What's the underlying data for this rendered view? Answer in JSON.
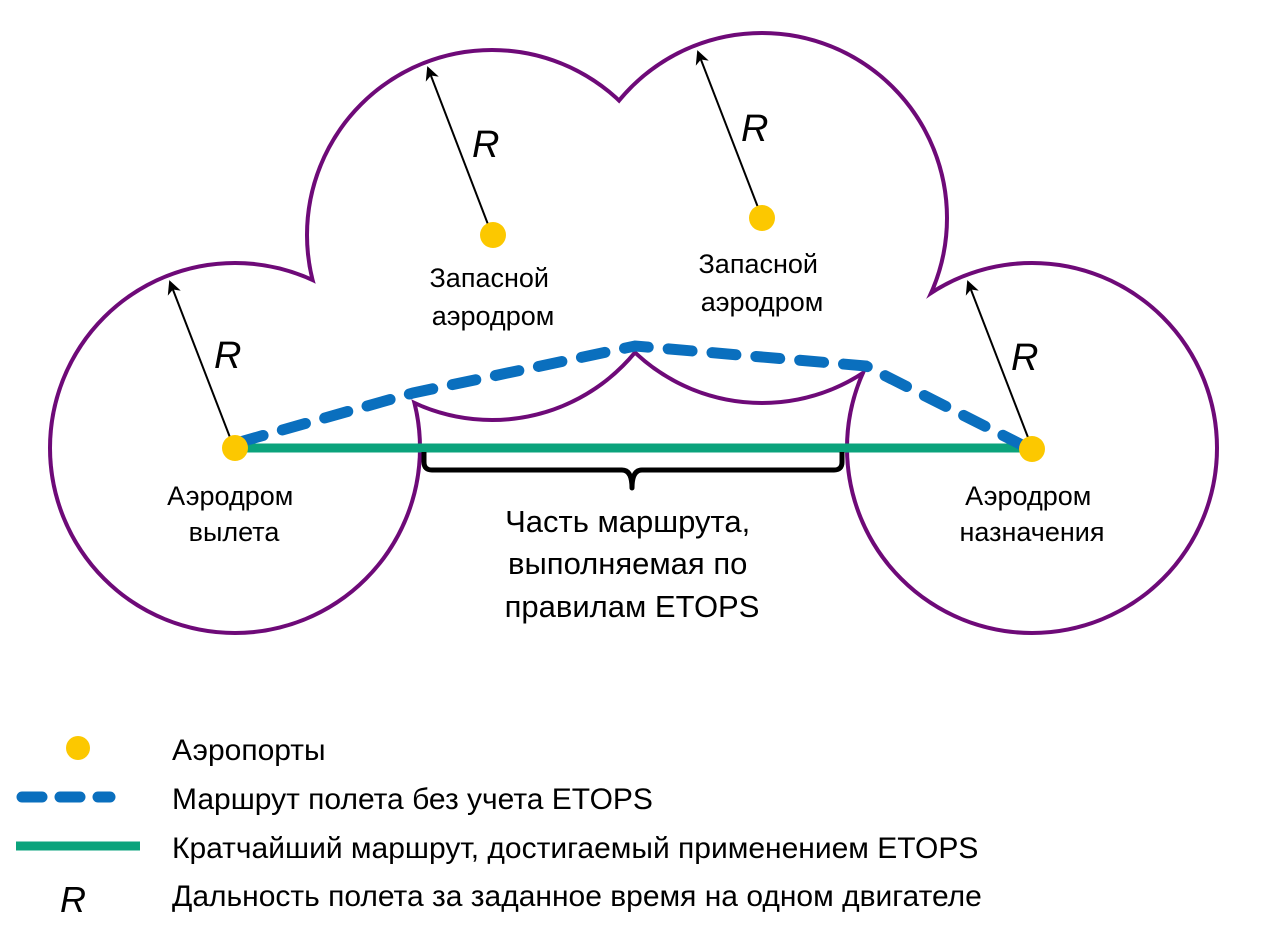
{
  "colors": {
    "boundary": "#6e0a78",
    "airport": "#fcc800",
    "dashed_route": "#0a6fbe",
    "shortest_route": "#0ba37c",
    "arrow": "#000000"
  },
  "diagram": {
    "radius_symbol": "R",
    "airports": [
      {
        "id": "departure",
        "label_lines": [
          "Аэродром",
          "вылета"
        ]
      },
      {
        "id": "alternate1",
        "label_lines": [
          "Запасной",
          "аэродром"
        ]
      },
      {
        "id": "alternate2",
        "label_lines": [
          "Запасной",
          "аэродром"
        ]
      },
      {
        "id": "destination",
        "label_lines": [
          "Аэродром",
          "назначения"
        ]
      }
    ],
    "etops_segment_label_lines": [
      "Часть маршрута,",
      "выполняемая по",
      "правилам ETOPS"
    ]
  },
  "legend": {
    "items": [
      {
        "symbol": "airport-dot",
        "label": "Аэропорты"
      },
      {
        "symbol": "dashed-line",
        "label": "Маршрут полета без учета ETOPS"
      },
      {
        "symbol": "solid-line",
        "label": "Кратчайший маршрут, достигаемый применением ETOPS"
      },
      {
        "symbol": "R",
        "label": "Дальность полета за заданное время на одном двигателе"
      }
    ]
  }
}
